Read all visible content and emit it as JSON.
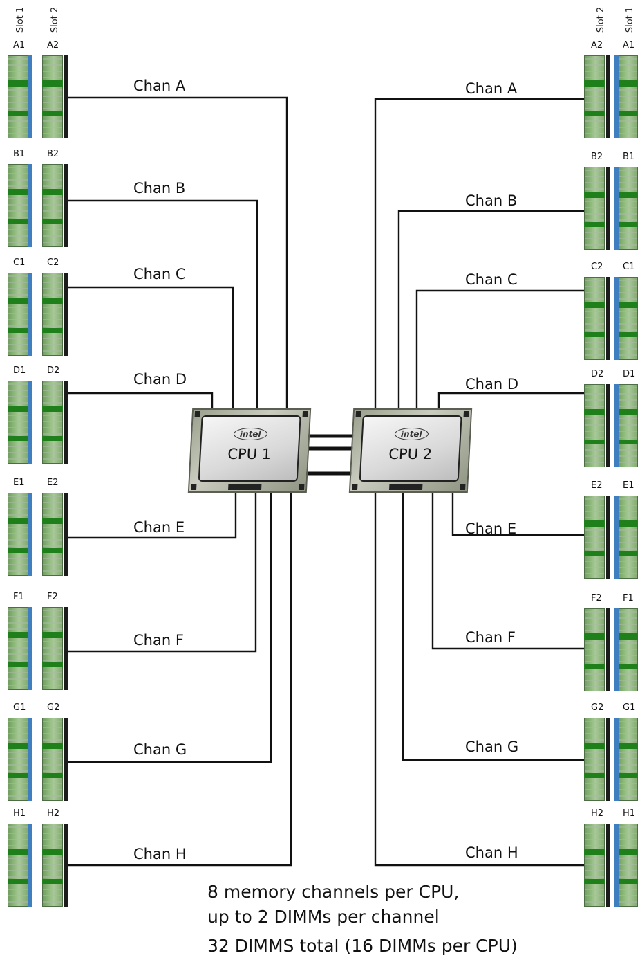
{
  "slot_headers": {
    "left": [
      "Slot 1",
      "Slot 2"
    ],
    "right": [
      "Slot 2",
      "Slot 1"
    ]
  },
  "cpus": [
    {
      "logo": "intel",
      "name": "CPU 1"
    },
    {
      "logo": "intel",
      "name": "CPU 2"
    }
  ],
  "cpu1_channels": [
    {
      "label": "Chan A",
      "slot1": "A1",
      "slot2": "A2"
    },
    {
      "label": "Chan B",
      "slot1": "B1",
      "slot2": "B2"
    },
    {
      "label": "Chan C",
      "slot1": "C1",
      "slot2": "C2"
    },
    {
      "label": "Chan D",
      "slot1": "D1",
      "slot2": "D2"
    },
    {
      "label": "Chan E",
      "slot1": "E1",
      "slot2": "E2"
    },
    {
      "label": "Chan F",
      "slot1": "F1",
      "slot2": "F2"
    },
    {
      "label": "Chan G",
      "slot1": "G1",
      "slot2": "G2"
    },
    {
      "label": "Chan H",
      "slot1": "H1",
      "slot2": "H2"
    }
  ],
  "cpu2_channels": [
    {
      "label": "Chan A",
      "slot1": "A1",
      "slot2": "A2"
    },
    {
      "label": "Chan B",
      "slot1": "B1",
      "slot2": "B2"
    },
    {
      "label": "Chan C",
      "slot1": "C1",
      "slot2": "C2"
    },
    {
      "label": "Chan D",
      "slot1": "D1",
      "slot2": "D2"
    },
    {
      "label": "Chan E",
      "slot1": "E1",
      "slot2": "E2"
    },
    {
      "label": "Chan F",
      "slot1": "F1",
      "slot2": "F2"
    },
    {
      "label": "Chan G",
      "slot1": "G1",
      "slot2": "G2"
    },
    {
      "label": "Chan H",
      "slot1": "H1",
      "slot2": "H2"
    }
  ],
  "notes": {
    "line1": "8 memory channels per CPU,",
    "line2": "up to 2 DIMMs per channel",
    "line3": "32 DIMMS total (16 DIMMs per CPU)"
  },
  "colors": {
    "dimm_green": "#8fbb7d",
    "dimm_band": "#1f7f1a",
    "slot1_edge": "#3f7fc0",
    "slot2_edge": "#1c1c1c",
    "wire": "#111111"
  }
}
